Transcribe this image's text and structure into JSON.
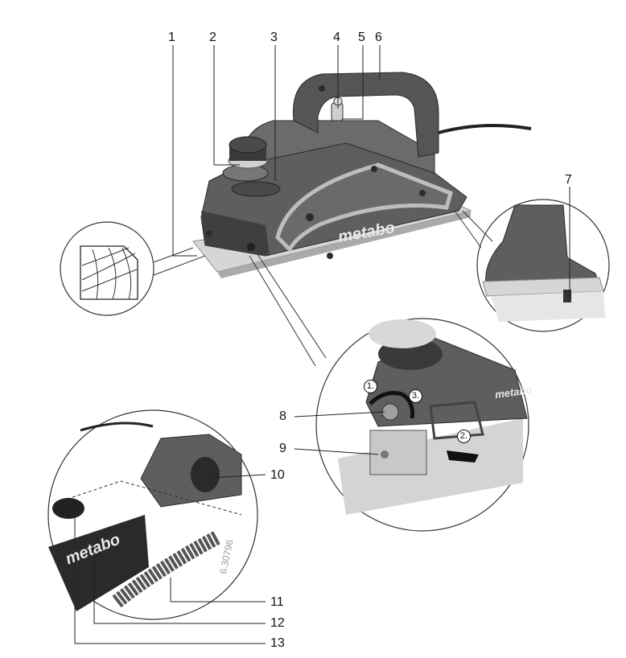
{
  "callouts": [
    "1",
    "2",
    "3",
    "4",
    "5",
    "6",
    "7",
    "8",
    "9",
    "10",
    "11",
    "12",
    "13"
  ],
  "brand_label": "metabo",
  "part_number": "6.30796",
  "steps": [
    "1.",
    "2.",
    "3."
  ],
  "colors": {
    "housing": "#5e5e5e",
    "housing_dark": "#3f3f3f",
    "sole_plate": "#d9d9d9",
    "line": "#222222"
  }
}
